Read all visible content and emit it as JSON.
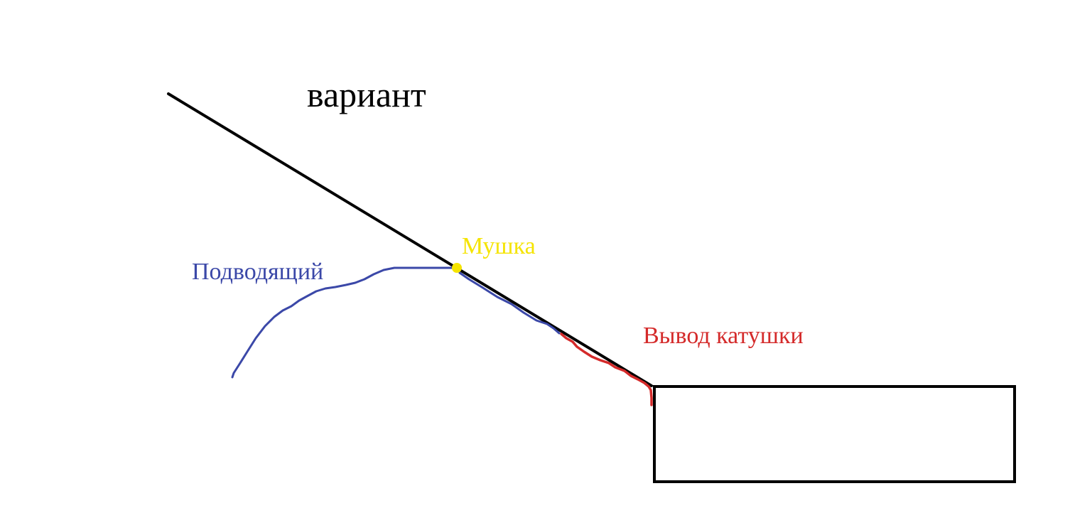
{
  "title": "вариант",
  "labels": {
    "mushka": "Мушка",
    "podvodyashchiy": "Подводящий",
    "vyvod_katushki": "Вывод катушки"
  },
  "colors": {
    "background": "#ffffff",
    "main_line": "#000000",
    "box_outline": "#000000",
    "mushka": "#f5e400",
    "podvodyashchiy": "#3b48a8",
    "vyvod_katushki": "#d42a2a"
  }
}
